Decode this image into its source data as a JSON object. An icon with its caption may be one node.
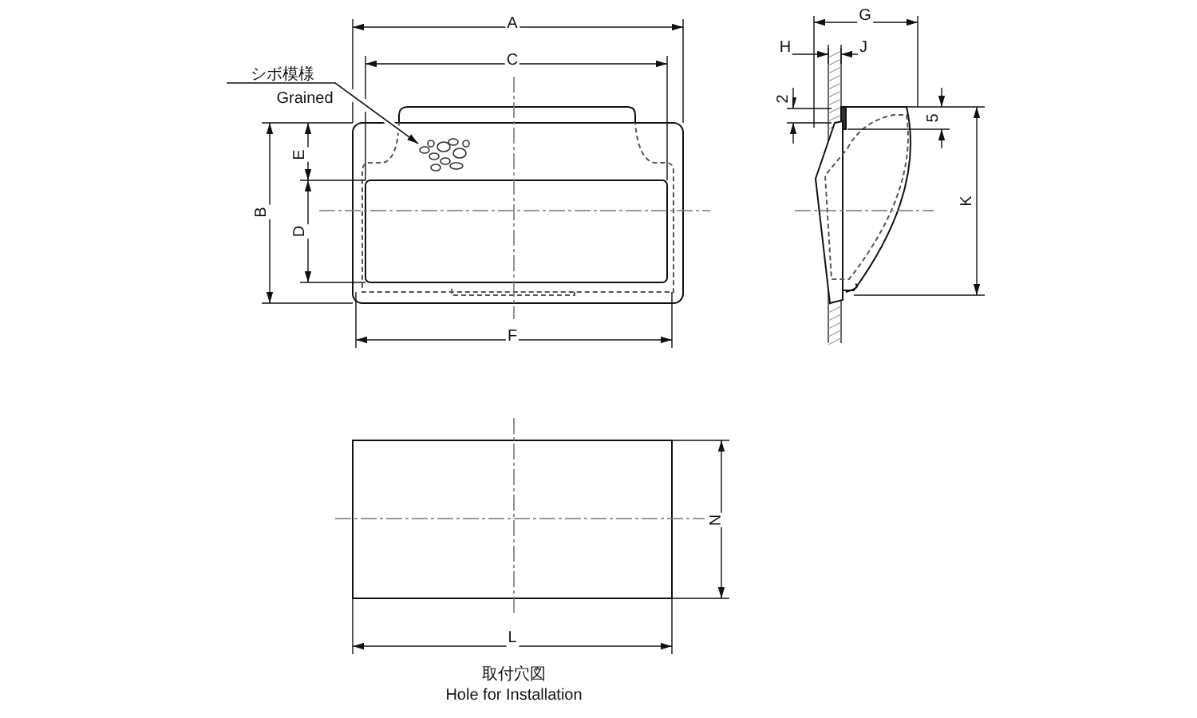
{
  "diagram": {
    "nodes": [
      {
        "text": [
          "シボ模様",
          "Grained"
        ]
      },
      {
        "text": [],
        "shape": "picture"
      }
    ],
    "edges": [
      {
        "from": 0,
        "to": 1,
        "arrow": "to"
      }
    ],
    "labels": [
      "A",
      "C",
      "E",
      "B",
      "D",
      "F",
      "G",
      "H",
      "J",
      "2",
      "5",
      "K",
      "N",
      "L",
      "取付穴図",
      "Hole for Installation"
    ]
  }
}
